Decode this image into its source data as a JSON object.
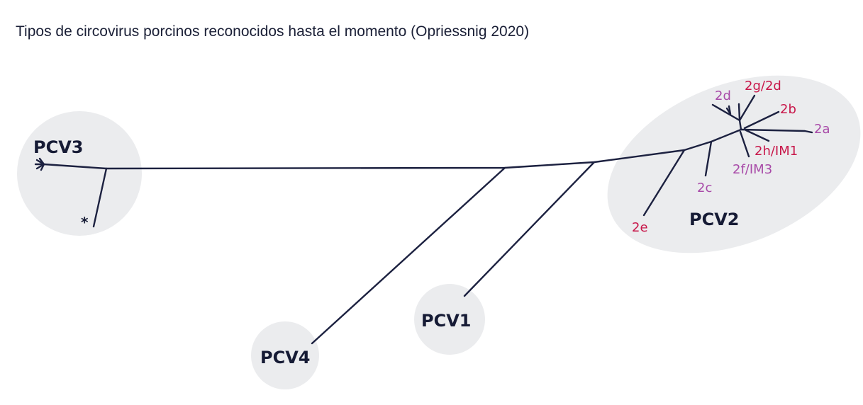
{
  "title": "Tipos de circovirus porcinos reconocidos hasta el momento (Opriessnig 2020)",
  "groups": {
    "pcv1": "PCV1",
    "pcv2": "PCV2",
    "pcv3": "PCV3",
    "pcv4": "PCV4"
  },
  "pcv3_marker": "*",
  "pcv2_genotypes": {
    "2a": "2a",
    "2b": "2b",
    "2c": "2c",
    "2d": "2d",
    "2e": "2e",
    "2f": "2f/IM3",
    "2g": "2g/2d",
    "2h": "2h/IM1"
  },
  "colors": {
    "red": "#c8174a",
    "purple": "#a84aa8",
    "branch": "#1c2140",
    "cluster": "#ebecee"
  }
}
